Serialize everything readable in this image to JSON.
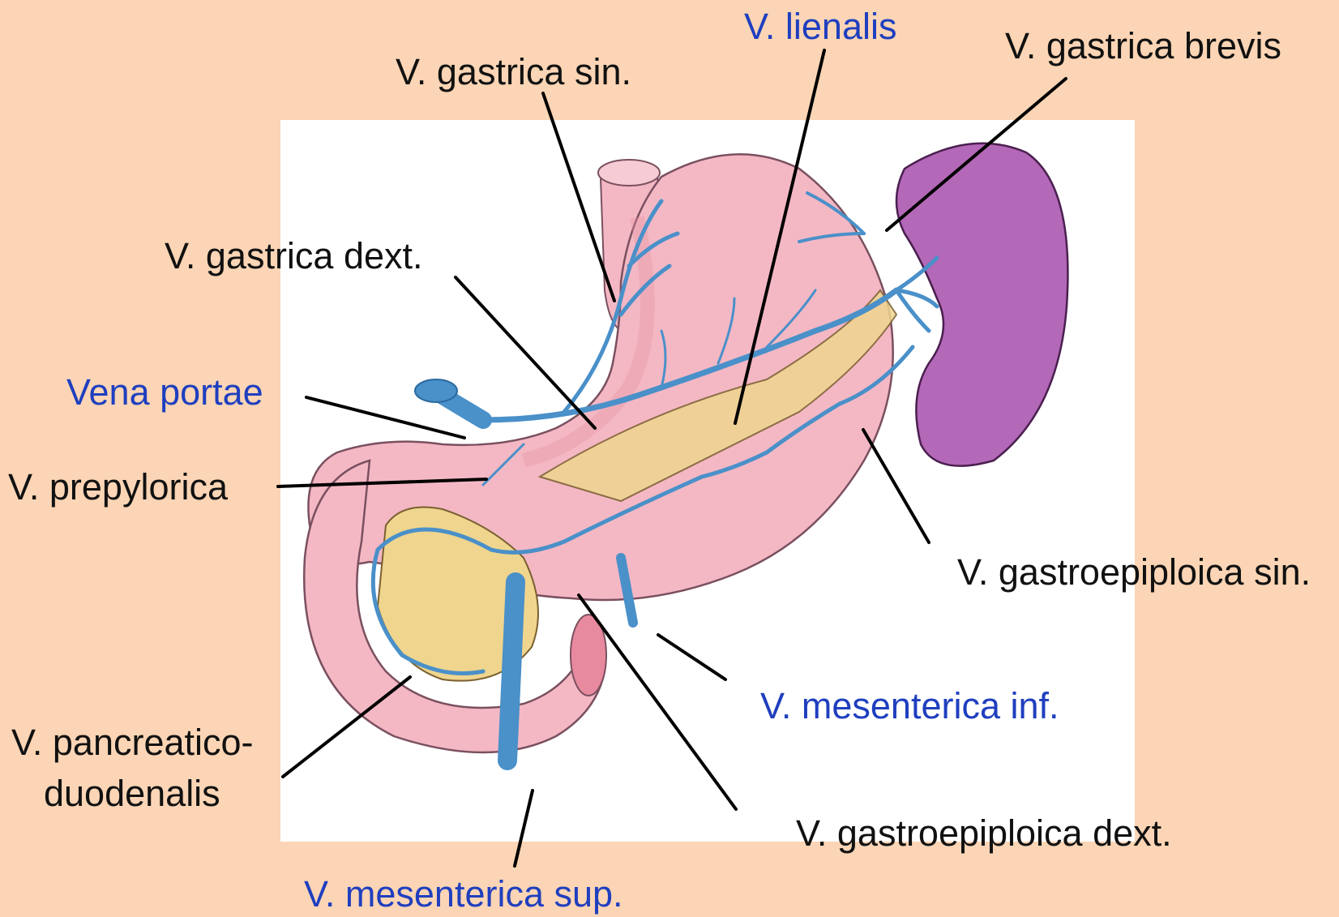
{
  "colors": {
    "background": "#FBD5B5",
    "illustration_bg": "#FFFFFF",
    "vein_blue": "#4A90C9",
    "stomach_pink": "#F4B8C4",
    "pancreas_yellow": "#EFD58E",
    "spleen_purple": "#B468B8",
    "label_black": "#111111",
    "label_blue": "#1F3FBF",
    "leader_line": "#000000"
  },
  "labels": {
    "v_lienalis": "V. lienalis",
    "v_gastrica_sin": "V. gastrica sin.",
    "v_gastrica_brevis": "V. gastrica brevis",
    "v_gastrica_dext": "V. gastrica dext.",
    "vena_portae": "Vena portae",
    "v_prepylorica": "V. prepylorica",
    "v_gastroepiploica_sin": "V. gastroepiploica sin.",
    "v_mesenterica_inf": "V. mesenterica inf.",
    "v_pancreatico_1": "V. pancreatico-",
    "v_pancreatico_2": "duodenalis",
    "v_gastroepiploica_dext": "V. gastroepiploica dext.",
    "v_mesenterica_sup": "V. mesenterica sup."
  }
}
